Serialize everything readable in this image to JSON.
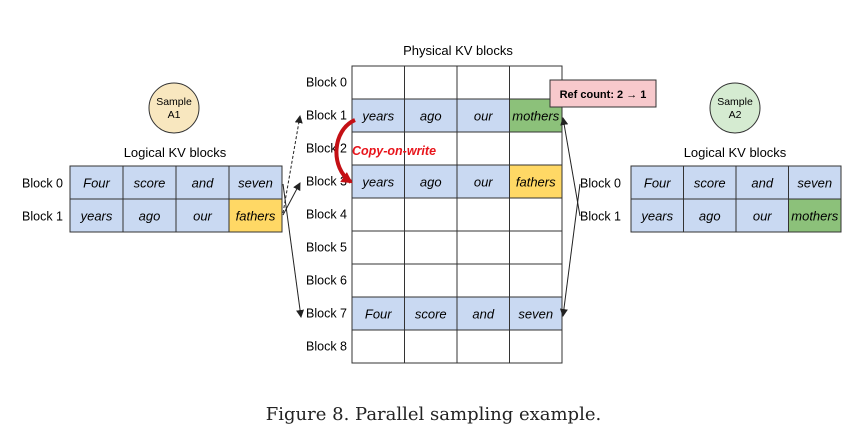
{
  "physical": {
    "title": "Physical KV blocks",
    "block_labels": [
      "Block 0",
      "Block 1",
      "Block 2",
      "Block 3",
      "Block 4",
      "Block 5",
      "Block 6",
      "Block 7",
      "Block 8"
    ],
    "rows": [
      [
        "",
        "",
        "",
        ""
      ],
      [
        "years",
        "ago",
        "our",
        "mothers"
      ],
      [
        "",
        "",
        "",
        ""
      ],
      [
        "years",
        "ago",
        "our",
        "fathers"
      ],
      [
        "",
        "",
        "",
        ""
      ],
      [
        "",
        "",
        "",
        ""
      ],
      [
        "",
        "",
        "",
        ""
      ],
      [
        "Four",
        "score",
        "and",
        "seven"
      ],
      [
        "",
        "",
        "",
        ""
      ]
    ],
    "fills": [
      [
        "white",
        "white",
        "white",
        "white"
      ],
      [
        "blue",
        "blue",
        "blue",
        "green"
      ],
      [
        "white",
        "white",
        "white",
        "white"
      ],
      [
        "blue",
        "blue",
        "blue",
        "yellow"
      ],
      [
        "white",
        "white",
        "white",
        "white"
      ],
      [
        "white",
        "white",
        "white",
        "white"
      ],
      [
        "white",
        "white",
        "white",
        "white"
      ],
      [
        "blue",
        "blue",
        "blue",
        "blue"
      ],
      [
        "white",
        "white",
        "white",
        "white"
      ]
    ]
  },
  "left": {
    "sample": [
      "Sample",
      "A1"
    ],
    "title": "Logical KV blocks",
    "block_labels": [
      "Block 0",
      "Block 1"
    ],
    "rows": [
      [
        "Four",
        "score",
        "and",
        "seven"
      ],
      [
        "years",
        "ago",
        "our",
        "fathers"
      ]
    ],
    "fills": [
      [
        "blue",
        "blue",
        "blue",
        "blue"
      ],
      [
        "blue",
        "blue",
        "blue",
        "yellow"
      ]
    ]
  },
  "right": {
    "sample": [
      "Sample",
      "A2"
    ],
    "title": "Logical KV blocks",
    "block_labels": [
      "Block 0",
      "Block 1"
    ],
    "rows": [
      [
        "Four",
        "score",
        "and",
        "seven"
      ],
      [
        "years",
        "ago",
        "our",
        "mothers"
      ]
    ],
    "fills": [
      [
        "blue",
        "blue",
        "blue",
        "blue"
      ],
      [
        "blue",
        "blue",
        "blue",
        "green"
      ]
    ]
  },
  "ref_count": "Ref count: 2 → 1",
  "copy_on_write": "Copy-on-write",
  "caption": "Figure 8. Parallel sampling example.",
  "colors": {
    "blue": "#c9d9f2",
    "green": "#8cc17a",
    "yellow": "#ffd865",
    "white": "#ffffff",
    "ref_box": "#f7c9cc",
    "sample_circle": "#f8e7bf",
    "sample_circle_right": "#d5ebd1",
    "copy_red": "#e8141b",
    "border": "#333333"
  }
}
